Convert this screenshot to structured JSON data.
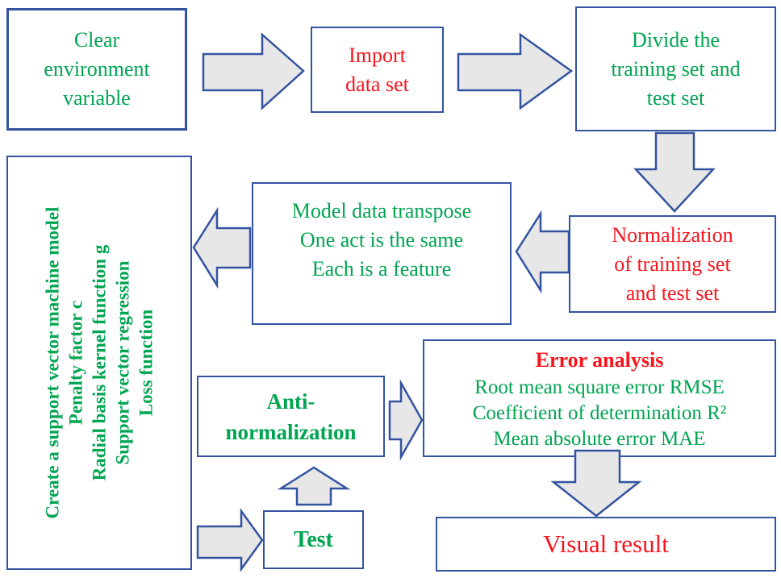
{
  "colors": {
    "box_border_blue": "#3353a0",
    "text_green": "#00a551",
    "text_red": "#f9141d",
    "arrow_fill_gray": "#e7e7e7"
  },
  "boxes": {
    "clear_env": {
      "lines": [
        "Clear",
        "environment",
        "variable"
      ]
    },
    "import_data": {
      "lines": [
        "Import",
        "data set"
      ]
    },
    "divide": {
      "lines": [
        "Divide the",
        "training set and",
        "test set"
      ]
    },
    "normalization": {
      "lines": [
        "Normalization",
        "of training set",
        "and test set"
      ]
    },
    "model_data": {
      "lines": [
        "Model data transpose",
        "One act is the same",
        "Each is a feature"
      ]
    },
    "svm_params": {
      "lines": [
        "Create a support vector machine model",
        "Penalty factor c",
        "Radial basis kernel function g",
        "Support vector regression",
        "Loss function"
      ]
    },
    "anti_normalization": {
      "lines": [
        "Anti-",
        "normalization"
      ]
    },
    "test": {
      "label": "Test"
    },
    "error_analysis": {
      "title": "Error analysis",
      "lines": [
        "Root mean square error RMSE",
        "Coefficient of determination R²",
        "Mean absolute error MAE"
      ]
    },
    "visual_result": {
      "label": "Visual result"
    }
  }
}
